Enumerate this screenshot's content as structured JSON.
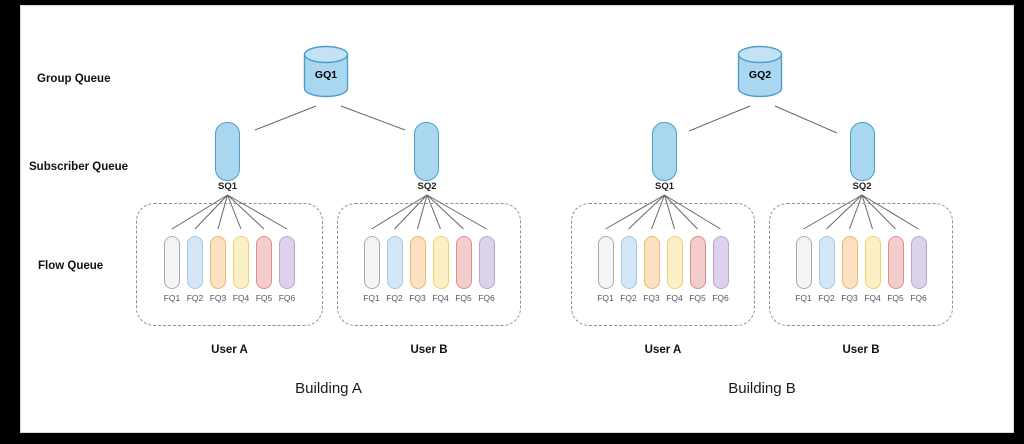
{
  "diagram": {
    "row_labels": {
      "group": "Group Queue",
      "subscriber": "Subscriber Queue",
      "flow": "Flow Queue"
    },
    "flow_queue_labels": [
      "FQ1",
      "FQ2",
      "FQ3",
      "FQ4",
      "FQ5",
      "FQ6"
    ],
    "buildings": [
      {
        "label": "Building A",
        "group_queue": "GQ1",
        "subscriber_queues": [
          "SQ1",
          "SQ2"
        ],
        "user_groups": [
          "User A",
          "User B"
        ]
      },
      {
        "label": "Building B",
        "group_queue": "GQ2",
        "subscriber_queues": [
          "SQ1",
          "SQ2"
        ],
        "user_groups": [
          "User A",
          "User B"
        ]
      }
    ],
    "colors": {
      "queue_shape_fill": "#A9D7F0",
      "queue_shape_top": "#C3E3F4",
      "queue_shape_stroke": "#4F9CC9",
      "connector": "#666666",
      "dashed_box_border": "#8F8F8F",
      "flow_queues": [
        {
          "name": "FQ1",
          "fill": "#F4F4F4",
          "stroke": "#ABABAB"
        },
        {
          "name": "FQ2",
          "fill": "#D4E5F5",
          "stroke": "#A5C5E4"
        },
        {
          "name": "FQ3",
          "fill": "#FBE0C2",
          "stroke": "#EDB96E"
        },
        {
          "name": "FQ4",
          "fill": "#FCF0C8",
          "stroke": "#EFD070"
        },
        {
          "name": "FQ5",
          "fill": "#F3CCCC",
          "stroke": "#DC8B8B"
        },
        {
          "name": "FQ6",
          "fill": "#DCD3EA",
          "stroke": "#B5A3D2"
        }
      ]
    }
  }
}
